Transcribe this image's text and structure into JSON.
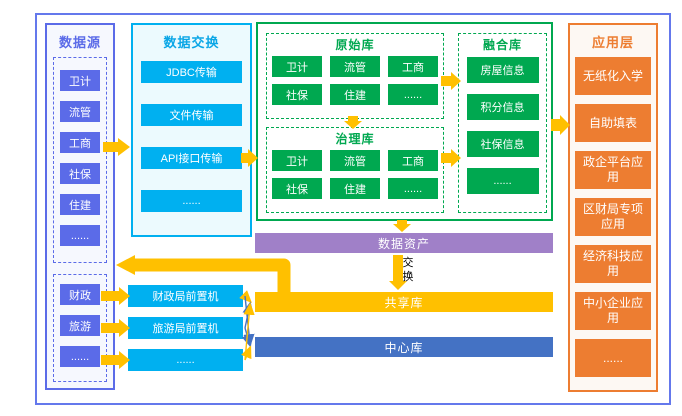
{
  "colors": {
    "frame_blue": "#6478ec",
    "blue_violet": "#5b6be8",
    "cyan": "#00b0f0",
    "green": "#00a850",
    "purple": "#a080c8",
    "gold": "#ffc000",
    "blue": "#4472c4",
    "orange": "#ed7d31"
  },
  "datasource": {
    "title": "数据源",
    "group1": [
      "卫计",
      "流管",
      "工商",
      "社保",
      "住建",
      "......"
    ],
    "group2": [
      "财政",
      "旅游",
      "......"
    ]
  },
  "exchange": {
    "title": "数据交换",
    "items": [
      "JDBC传输",
      "文件传输",
      "API接口传输",
      "......"
    ]
  },
  "libraries": {
    "original": {
      "title": "原始库",
      "items": [
        "卫计",
        "流管",
        "工商",
        "社保",
        "住建",
        "......"
      ]
    },
    "governance": {
      "title": "治理库",
      "items": [
        "卫计",
        "流管",
        "工商",
        "社保",
        "住建",
        "......"
      ]
    },
    "fusion": {
      "title": "融合库",
      "items": [
        "房屋信息",
        "积分信息",
        "社保信息",
        "......"
      ]
    }
  },
  "front_machines": {
    "items": [
      "财政局前置机",
      "旅游局前置机",
      "......"
    ]
  },
  "bars": {
    "data_asset": "数据资产",
    "exchange_label": "交换",
    "shared": "共享库",
    "center": "中心库"
  },
  "application": {
    "title": "应用层",
    "items": [
      "无纸化入学",
      "自助填表",
      "政企平台应用",
      "区财局专项应用",
      "经济科技应用",
      "中小企业应用",
      "......"
    ]
  }
}
